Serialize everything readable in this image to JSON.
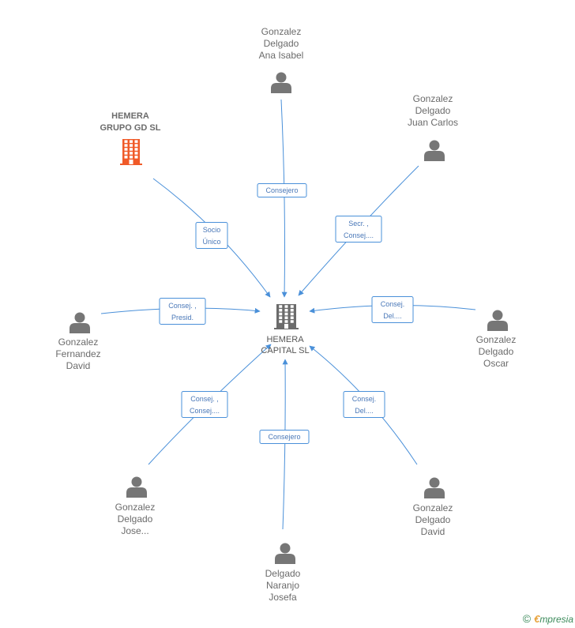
{
  "center": {
    "name_lines": [
      "HEMERA",
      "CAPITAL SL"
    ],
    "icon": "building-icon"
  },
  "main_company": {
    "name_lines": [
      "HEMERA",
      "GRUPO GD SL"
    ],
    "icon": "building-icon",
    "color": "#f05a28"
  },
  "people": [
    {
      "id": "ana-isabel",
      "lines": [
        "Gonzalez",
        "Delgado",
        "Ana Isabel"
      ],
      "label_lines": [
        "Consejero"
      ]
    },
    {
      "id": "juan-carlos",
      "lines": [
        "Gonzalez",
        "Delgado",
        "Juan Carlos"
      ],
      "label_lines": [
        "Secr. ,",
        "Consej...."
      ]
    },
    {
      "id": "oscar",
      "lines": [
        "Gonzalez",
        "Delgado",
        "Oscar"
      ],
      "label_lines": [
        "Consej.",
        "Del...."
      ]
    },
    {
      "id": "david-delgado",
      "lines": [
        "Gonzalez",
        "Delgado",
        "David"
      ],
      "label_lines": [
        "Consej.",
        "Del...."
      ]
    },
    {
      "id": "josefa",
      "lines": [
        "Delgado",
        "Naranjo",
        "Josefa"
      ],
      "label_lines": [
        "Consejero"
      ]
    },
    {
      "id": "jose",
      "lines": [
        "Gonzalez",
        "Delgado",
        "Jose..."
      ],
      "label_lines": [
        "Consej. ,",
        "Consej...."
      ]
    },
    {
      "id": "david-fernandez",
      "lines": [
        "Gonzalez",
        "Fernandez",
        "David"
      ],
      "label_lines": [
        "Consej. ,",
        "Presid."
      ]
    }
  ],
  "main_company_edge_label_lines": [
    "Socio",
    "Único"
  ],
  "colors": {
    "edge": "#4a90d9",
    "person_icon": "#767676",
    "center_icon": "#6b6b6b"
  },
  "footer": {
    "copyright": "©",
    "brand_initial": "€",
    "brand_rest": "mpresia"
  }
}
